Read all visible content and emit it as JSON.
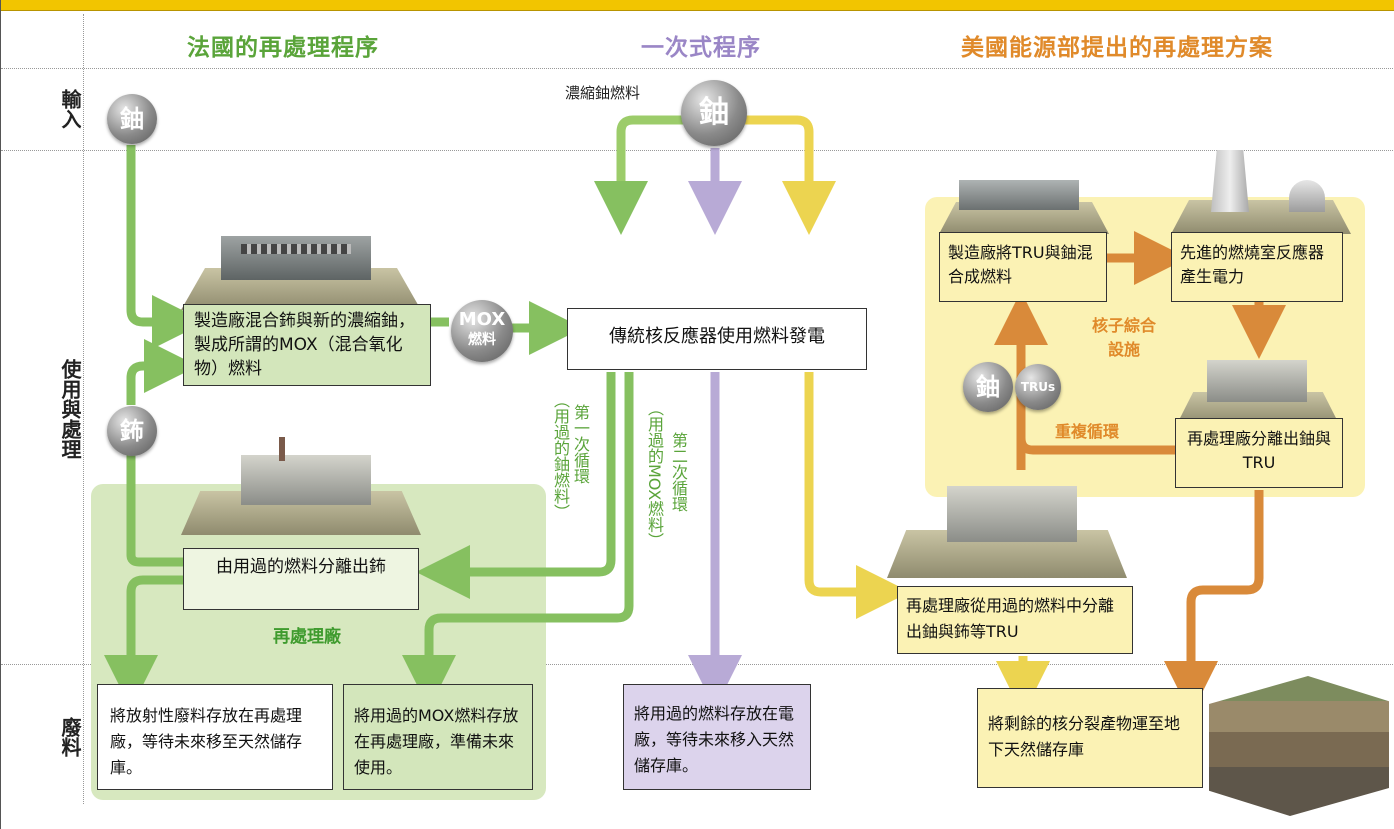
{
  "columns": {
    "france": "法國的再處理程序",
    "once_through": "一次式程序",
    "usdoe": "美國能源部提出的再處理方案"
  },
  "rows": {
    "input": "輸入",
    "use_process": "使用與處理",
    "waste": "廢料"
  },
  "france": {
    "uranium_circle": "鈾",
    "plutonium_circle": "鈽",
    "fab_box": "製造廠混合鈽與新的濃縮鈾，製成所謂的MOX（混合氧化物）燃料",
    "mox_badge_top": "MOX",
    "mox_badge_bottom": "燃料",
    "separate_box": "由用過的燃料分離出鈽",
    "plant_label": "再處理廠",
    "waste_box_1": "將放射性廢料存放在再處理廠，等待未來移至天然儲存庫。",
    "waste_box_2": "將用過的MOX燃料存放在再處理廠，準備未來使用。",
    "cycle_1_label": "第一次循環",
    "cycle_1_sub": "（用過的鈾燃料）",
    "cycle_2_label": "第二次循環",
    "cycle_2_sub": "（用過的MOX燃料）"
  },
  "once_through": {
    "input_label": "濃縮鈾燃料",
    "uranium_circle": "鈾",
    "reactor_box": "傳統核反應器使用燃料發電",
    "waste_box": "將用過的燃料存放在電廠，等待未來移入天然儲存庫。"
  },
  "usdoe": {
    "fab_box": "製造廠將TRU與鈾混合成燃料",
    "reactor_box": "先進的燃燒室反應器產生電力",
    "complex_label": "核子綜合設施",
    "uranium_circle": "鈾",
    "tru_circle": "TRUs",
    "recycle_label": "重複循環",
    "separate_box": "再處理廠分離出鈾與TRU",
    "reprocess_box": "再處理廠從用過的燃料中分離出鈾與鈽等TRU",
    "waste_box": "將剩餘的核分裂產物運至地下天然儲存庫"
  },
  "colors": {
    "green": "#86c060",
    "green_text": "#5aa43a",
    "lavender": "#b8aad6",
    "lavender_text": "#9a86c6",
    "yellow": "#ecd450",
    "orange": "#d98a3a",
    "orange_text": "#e08a2a",
    "zone_green": "#d7e8bf",
    "zone_yellow": "#fbf2b4"
  }
}
